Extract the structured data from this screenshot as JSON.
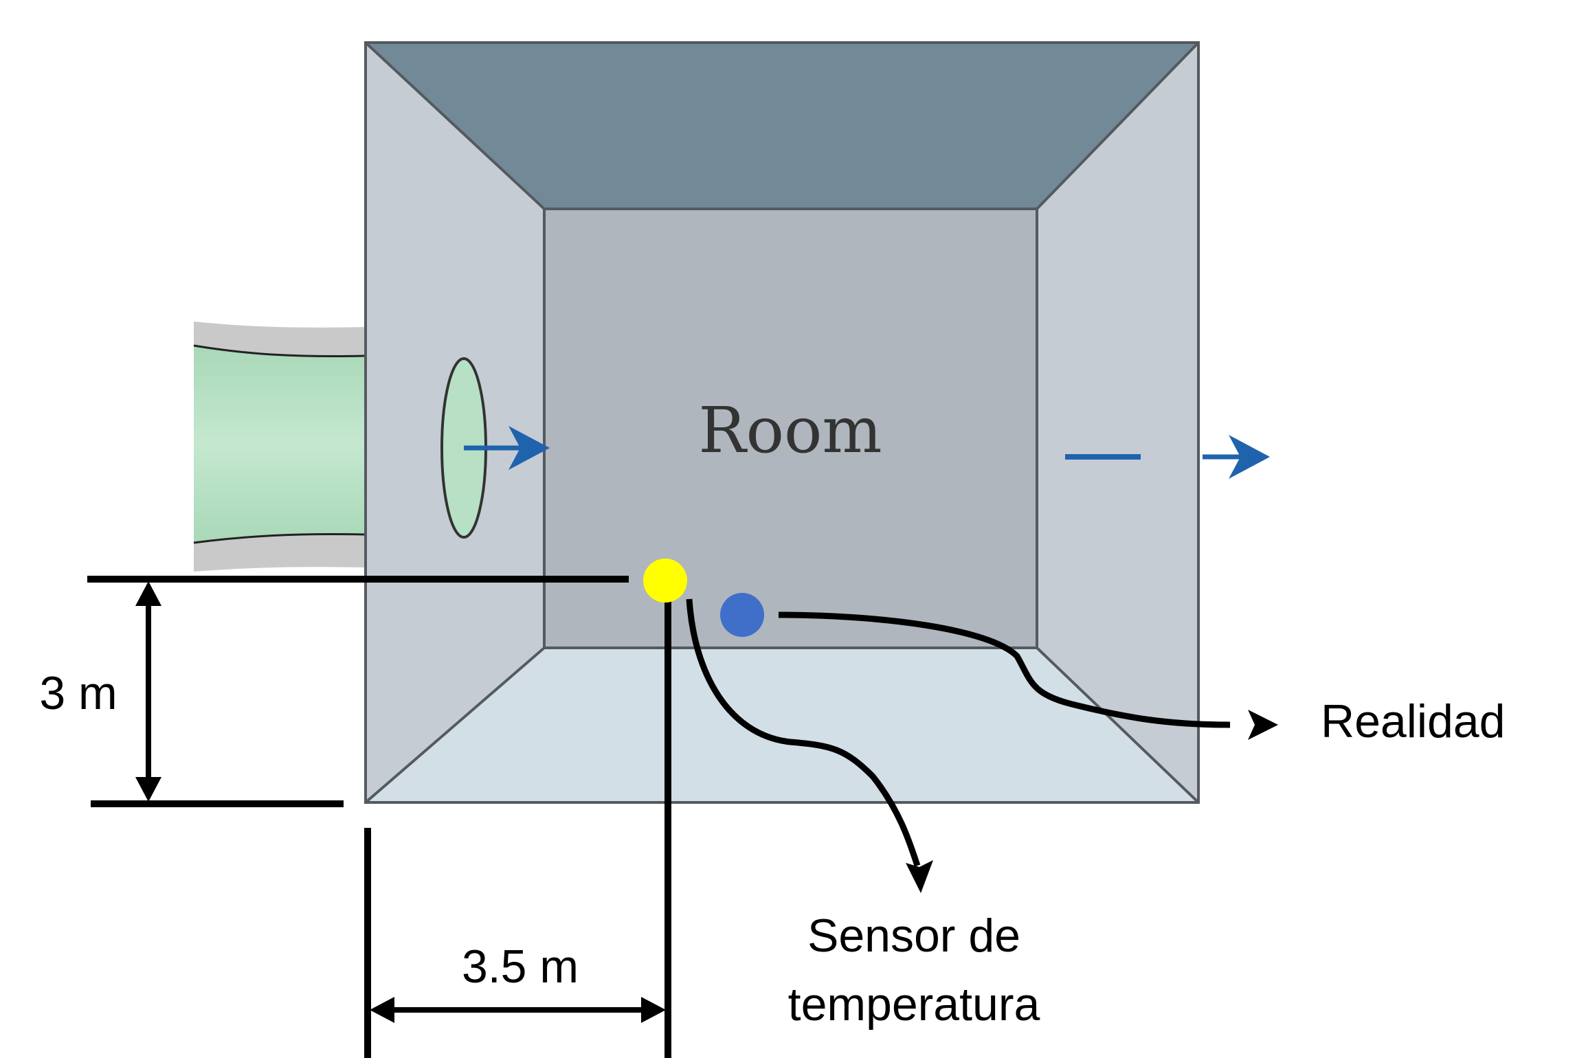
{
  "room": {
    "label": "Room",
    "colors": {
      "ceiling": "#728a98",
      "left_wall": "#c5ccd4",
      "right_wall": "#c5ccd4",
      "back_wall": "#afb6be",
      "floor": "#d3dfe6",
      "edge": "#555a5f"
    }
  },
  "duct": {
    "colors": {
      "fill": "#b7e0c4",
      "outer": "#c9c9c9"
    }
  },
  "airflow": {
    "arrow_color": "#1f63ad"
  },
  "dimensions": {
    "vertical": "3 m",
    "horizontal": "3.5 m"
  },
  "markers": {
    "sensor_dot_color": "#ffff00",
    "reality_dot_color": "#3f6fc8"
  },
  "callouts": {
    "reality": "Realidad",
    "sensor_line1": "Sensor de",
    "sensor_line2": "temperatura"
  }
}
